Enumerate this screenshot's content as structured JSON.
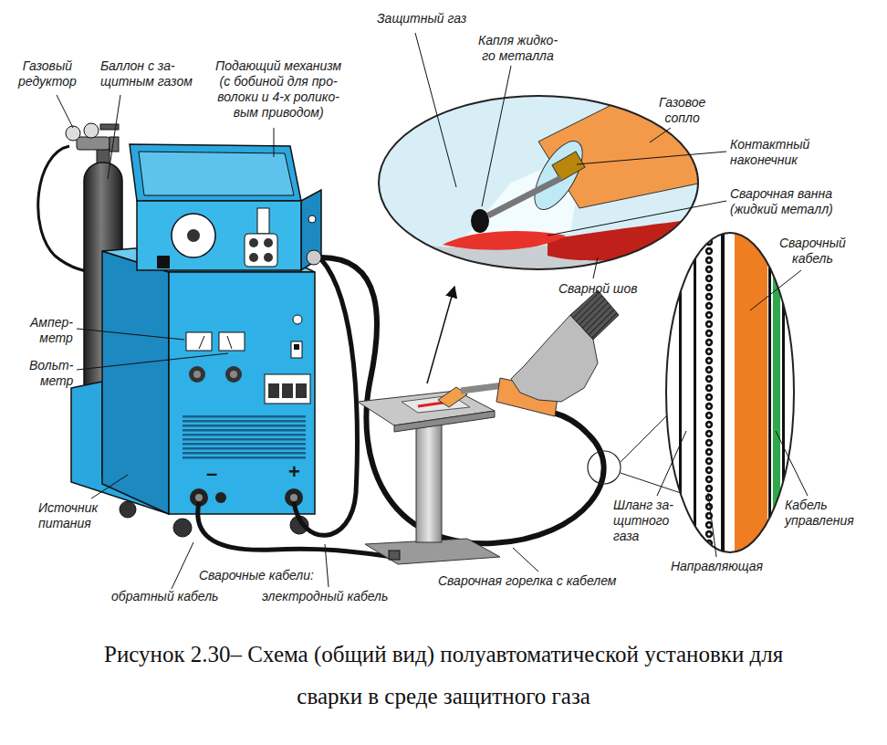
{
  "diagram": {
    "caption": "Рисунок 2.30– Схема (общий вид) полуавтоматической установки для сварки в среде защитного газа",
    "labels": [
      "Газовый редуктор",
      "Баллон с за- щитным газом",
      "Подающий механизм (с бобиной для про- волоки и 4-х ролико- вым приводом)",
      "Защитный газ",
      "Капля жидко- го металла",
      "Газовое сопло",
      "Контактный наконечник",
      "Сварочная ванна (жидкий металл)",
      "Ампер- метр",
      "Вольт- метр",
      "Сварной шов",
      "Сварочный кабель",
      "Источник питания",
      "–",
      "+",
      "Шланг за- щитного газа",
      "Кабель управления",
      "Направляющая",
      "Сварочные кабели:",
      "Сварочная горелка с кабелем",
      "обратный кабель",
      "электродный кабель"
    ]
  }
}
